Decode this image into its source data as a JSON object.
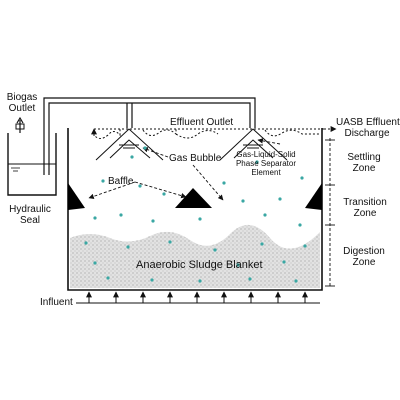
{
  "labels": {
    "biogas_outlet_1": "Biogas",
    "biogas_outlet_2": "Outlet",
    "hydraulic_seal_1": "Hydraulic",
    "hydraulic_seal_2": "Seal",
    "effluent_outlet": "Effluent Outlet",
    "uasb_discharge_1": "UASB Effluent",
    "uasb_discharge_2": "Discharge",
    "gas_bubble": "Gas Bubble",
    "separator_1": "Gas-Liquid-Solid",
    "separator_2": "Phase Separator",
    "separator_3": "Element",
    "baffle": "Baffle",
    "settling_1": "Settling",
    "settling_2": "Zone",
    "transition_1": "Transition",
    "transition_2": "Zone",
    "digestion_1": "Digestion",
    "digestion_2": "Zone",
    "sludge_blanket": "Anaerobic Sludge Blanket",
    "influent": "Influent"
  },
  "colors": {
    "line": "#111111",
    "bubble": "#3aa7a3",
    "sludge": "#c8c8c8",
    "baffle": "#000000"
  }
}
